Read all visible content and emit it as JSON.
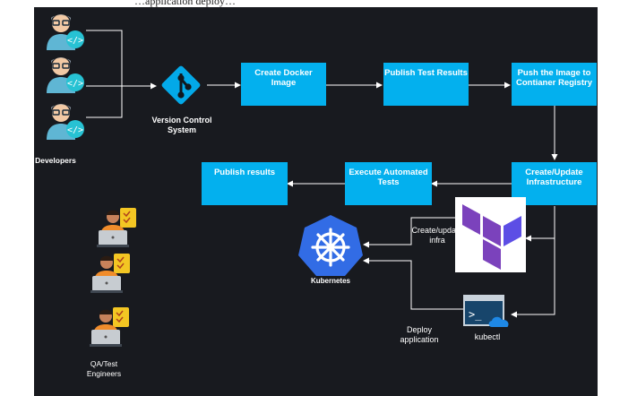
{
  "caption": "…application deploy…",
  "developers_label": "Developers",
  "qa_label": "QA/Test\nEngineers",
  "vcs_label": "Version Control\nSystem",
  "boxes": {
    "create_docker": "Create Docker\nImage",
    "publish_test": "Publish Test Results",
    "push_image": "Push the Image to\nContianer Registry",
    "create_update": "Create/Update\nInfrastructure",
    "execute_tests": "Execute Automated\nTests",
    "publish_results": "Publish results"
  },
  "kubernetes_label": "Kubernetes",
  "create_infra_label": "Create/update\ninfra",
  "deploy_label": "Deploy\napplication",
  "kubectl_label": "kubectl",
  "colors": {
    "background": "#181a1f",
    "box": "#03b0ee",
    "terraform": "#7b42bc",
    "kubernetes": "#326ce5"
  },
  "icons": [
    "developer-icon",
    "git-icon",
    "qa-engineer-icon",
    "kubernetes-icon",
    "terraform-icon",
    "kubectl-icon"
  ]
}
